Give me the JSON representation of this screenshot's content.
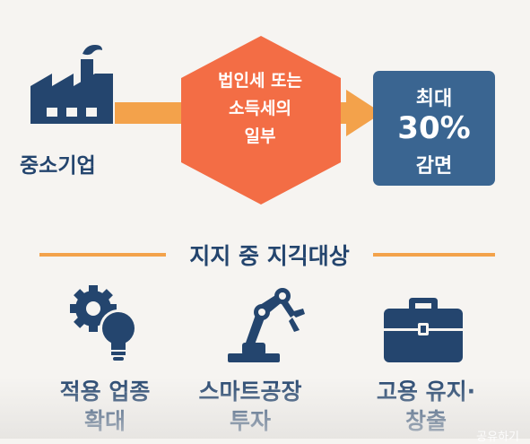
{
  "flow": {
    "source_label": "중소기업",
    "tax_lines": [
      "법인세 또는",
      "소득세의",
      "일부"
    ],
    "result_lines": [
      "최대",
      "30%",
      "감면"
    ]
  },
  "section": {
    "title": "지지 중 지긱대상"
  },
  "targets": [
    {
      "icon": "gear-bulb-icon",
      "lines": [
        "적용 업종",
        "확대"
      ]
    },
    {
      "icon": "robot-arm-icon",
      "lines": [
        "스마트공장",
        "투자"
      ]
    },
    {
      "icon": "briefcase-icon",
      "lines": [
        "고용 유지·",
        "창출"
      ]
    }
  ],
  "overlay": {
    "share_text": "공유하기"
  },
  "colors": {
    "navy": "#24456e",
    "orange": "#f36d45",
    "light_orange": "#f3a24b",
    "blue_box": "#3a6591"
  }
}
